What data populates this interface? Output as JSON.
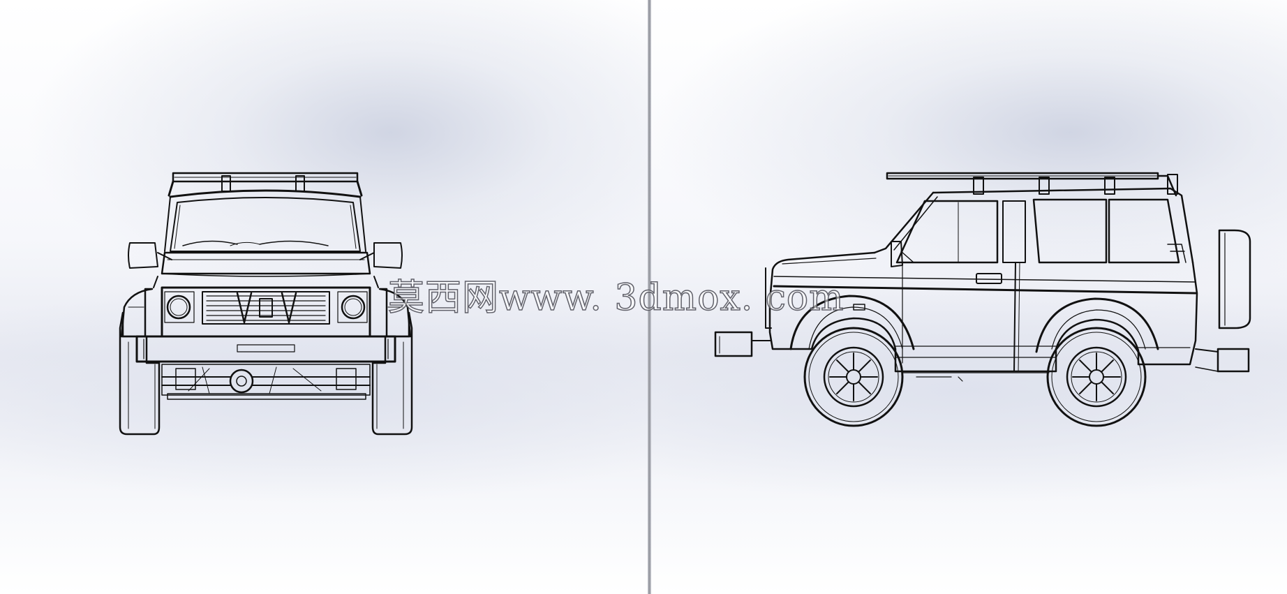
{
  "viewports": {
    "left": {
      "view": "front"
    },
    "right": {
      "view": "side"
    }
  },
  "watermark": {
    "text": "莫西网www. 3dmox. com"
  },
  "colors": {
    "line": "#111111",
    "divider": "#8e9098",
    "background_tint": "#dfe2ec"
  }
}
